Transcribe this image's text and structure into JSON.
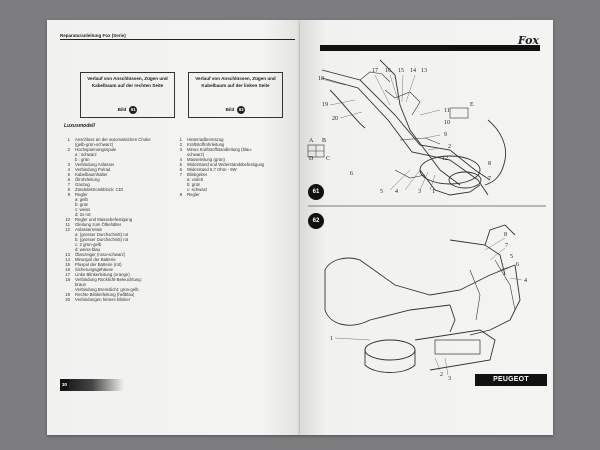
{
  "left_page": {
    "header": "Reparaturanleitung Fox (Serie)",
    "col_right_side": {
      "title": "Verlauf von Anschlüssen, Zügen und Kabelbaum auf der rechten Seite",
      "bild_label": "Bild",
      "bild_number": "61"
    },
    "col_left_side": {
      "title": "Verlauf von Anschlüssen, Zügen und Kabelbaum auf der linken Seite",
      "bild_label": "Bild",
      "bild_number": "62"
    },
    "subheading": "Luxusmodell",
    "right_side_items": [
      {
        "n": "1",
        "t": "Anschluss an der automatischen Choke"
      },
      {
        "n": "",
        "t": "(gelb-grün-schwarz)"
      },
      {
        "n": "2",
        "t": "Hochspannungsspule"
      },
      {
        "n": "",
        "t": "a : schwarz"
      },
      {
        "n": "",
        "t": "b : grün"
      },
      {
        "n": "3",
        "t": "Verbindung Anlasser"
      },
      {
        "n": "4",
        "t": "Verbindung Polrad"
      },
      {
        "n": "5",
        "t": "Kabelbaumhalter"
      },
      {
        "n": "6",
        "t": "Ölrohrleitung"
      },
      {
        "n": "7",
        "t": "Gaszug"
      },
      {
        "n": "8",
        "t": "Zündelektronikblock: CDI"
      },
      {
        "n": "9",
        "t": "Regler"
      },
      {
        "n": "",
        "t": "a: gelb"
      },
      {
        "n": "",
        "t": "b: grün"
      },
      {
        "n": "",
        "t": "c: weiss"
      },
      {
        "n": "",
        "t": "d: 2x rot"
      },
      {
        "n": "10",
        "t": "Regler und Massebefestigung"
      },
      {
        "n": "11",
        "t": "Gleitung zum Ölbehälter"
      },
      {
        "n": "12",
        "t": "Anlasserrelais"
      },
      {
        "n": "",
        "t": "a: (grosser Durchschnitt) rot"
      },
      {
        "n": "",
        "t": "b: (grosser Durchschnitt) rot"
      },
      {
        "n": "",
        "t": "c: 2 grün-gelb"
      },
      {
        "n": "",
        "t": "d: weiss-blau"
      },
      {
        "n": "13",
        "t": "Ölanzeiger (rosa-schwarz)"
      },
      {
        "n": "14",
        "t": "Minuspol der Batterie"
      },
      {
        "n": "15",
        "t": "Pluspol der Batterie (rot)"
      },
      {
        "n": "16",
        "t": "Sicherungsgehäuse"
      },
      {
        "n": "17",
        "t": "Linke Blinkerleitung (orange)"
      },
      {
        "n": "18",
        "t": "Verbindung Rücklicht-Beleuchtung:"
      },
      {
        "n": "",
        "t": "braun"
      },
      {
        "n": "",
        "t": "Verbindung Bremslicht: grün-gelb"
      },
      {
        "n": "19",
        "t": "Rechte Blinkerleitung (hellblau)"
      },
      {
        "n": "20",
        "t": "Verbindungen hintere Blinker"
      }
    ],
    "left_side_items": [
      {
        "n": "1",
        "t": "Hinterradbremszug"
      },
      {
        "n": "2",
        "t": "Kraftstoffrohrleitung"
      },
      {
        "n": "3",
        "t": "Minus Kraftstoffstandleitung (blau-"
      },
      {
        "n": "",
        "t": "schwarz)"
      },
      {
        "n": "4",
        "t": "Masseleitung (grün)"
      },
      {
        "n": "5",
        "t": "Widerstand und Widerstandsbefestigung"
      },
      {
        "n": "6",
        "t": "Widerstand 6,7 Ohm - 5W"
      },
      {
        "n": "7",
        "t": "Blinkgeber"
      },
      {
        "n": "",
        "t": "a: violett"
      },
      {
        "n": "",
        "t": "b: grün"
      },
      {
        "n": "",
        "t": "c: schwarz"
      },
      {
        "n": "8",
        "t": "Regler"
      }
    ],
    "page_number": "30"
  },
  "right_page": {
    "brand": "Fox",
    "figure_61": "61",
    "figure_62": "62",
    "logo_text": "PEUGEOT",
    "fig61_labels": [
      "17",
      "16",
      "15",
      "14",
      "13",
      "18",
      "19",
      "20",
      "11",
      "10",
      "9",
      "12",
      "2",
      "8",
      "7",
      "6",
      "5",
      "4",
      "3",
      "1",
      "A",
      "B",
      "C",
      "D",
      "E"
    ],
    "fig62_labels": [
      "8",
      "7",
      "6",
      "5",
      "4",
      "1",
      "2",
      "3"
    ]
  },
  "colors": {
    "page": "#f3f3f1",
    "ink": "#222222",
    "background": "#7d7d80"
  }
}
